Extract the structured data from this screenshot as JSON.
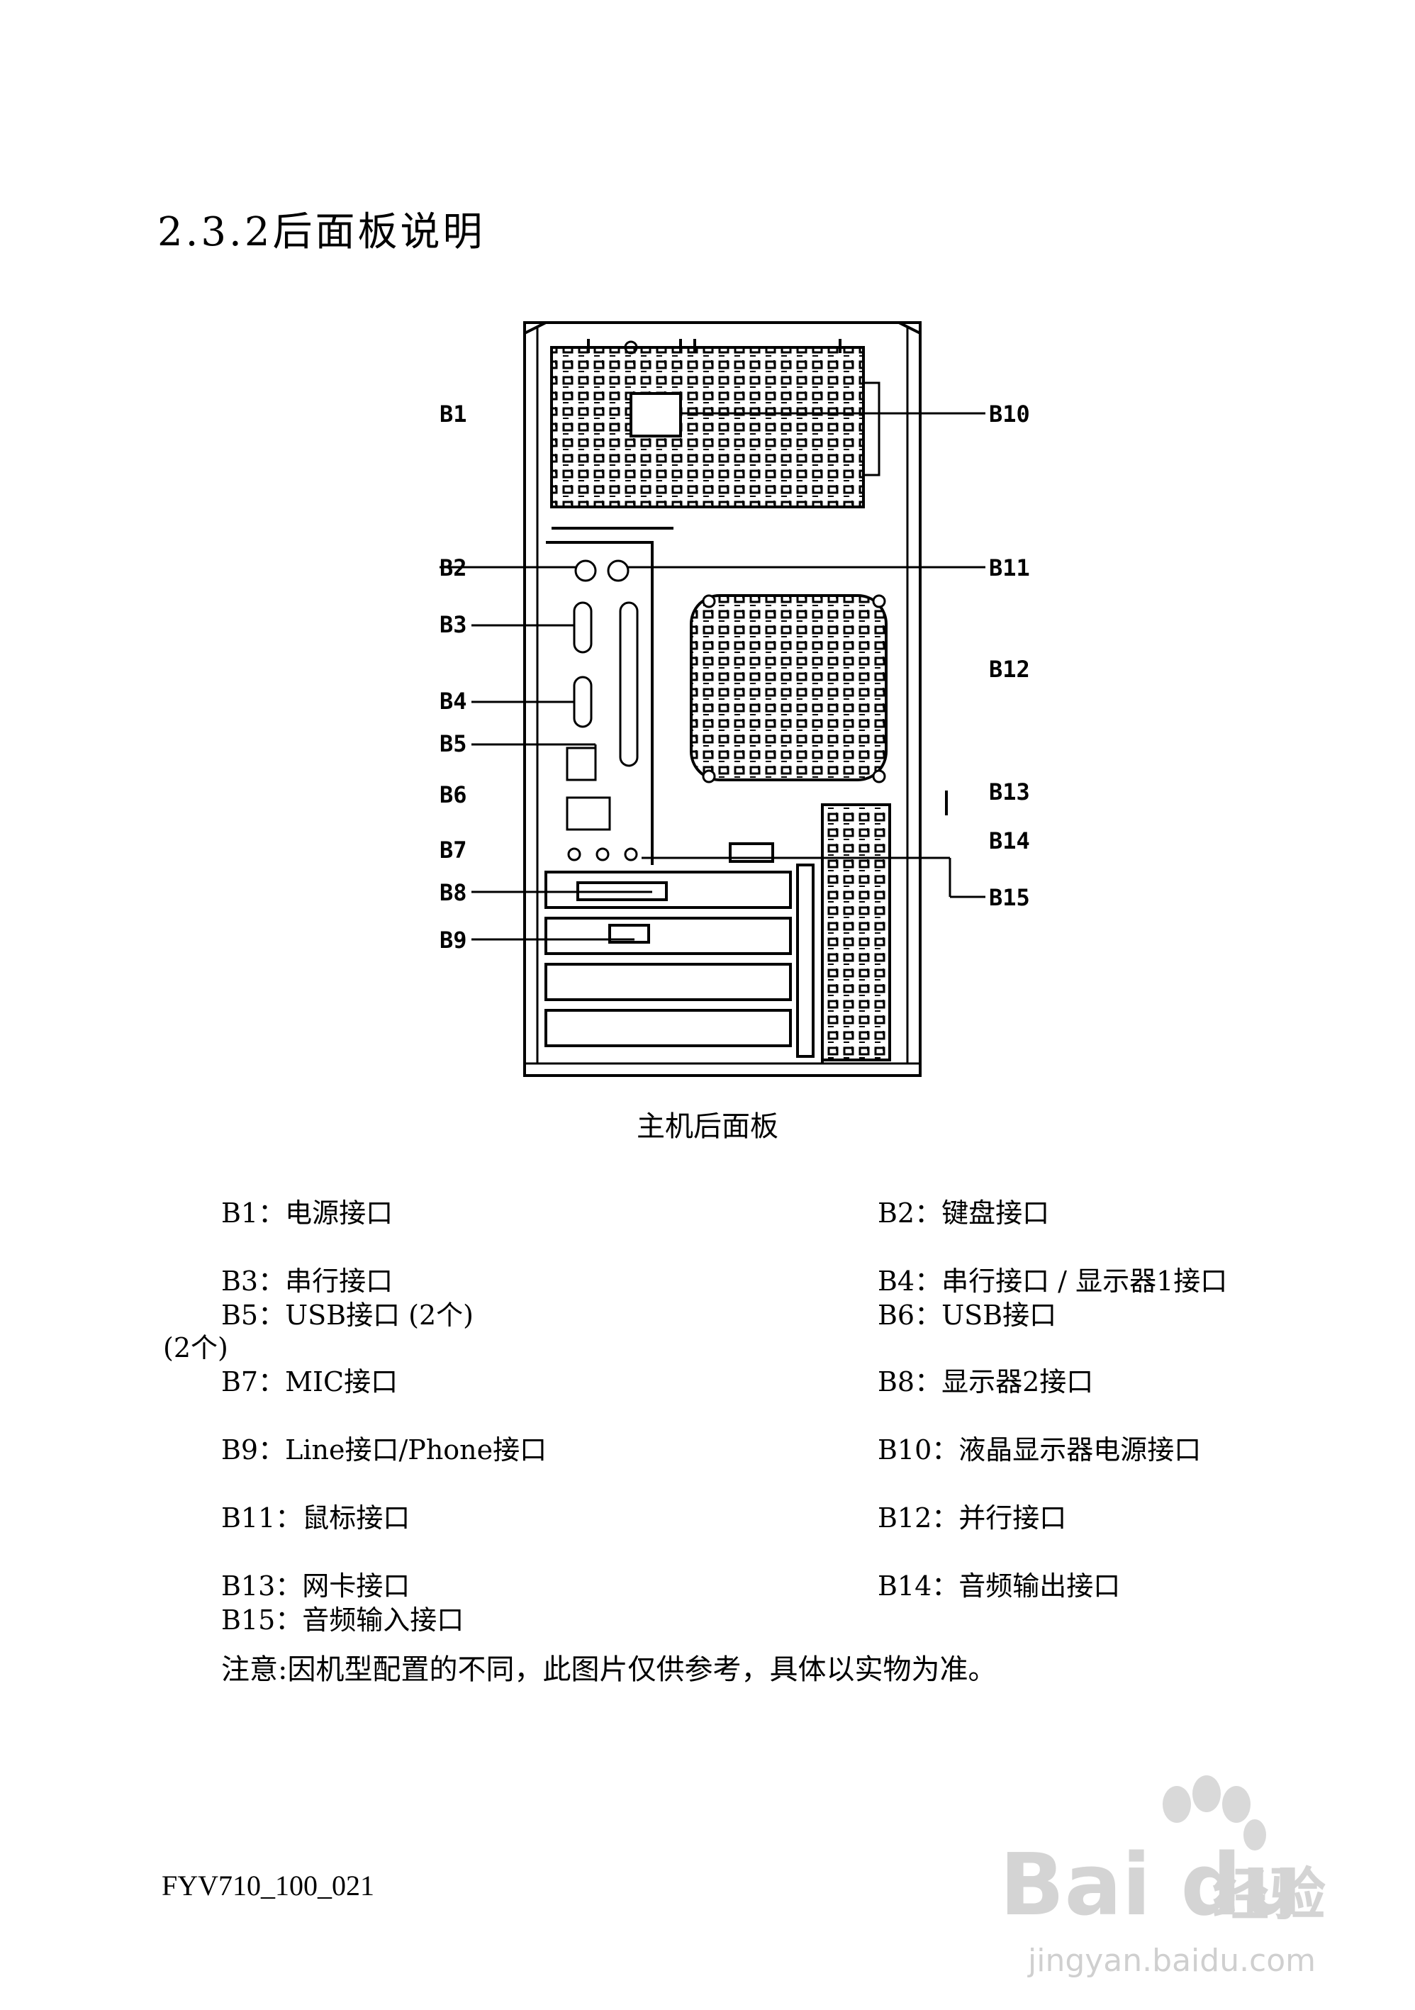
{
  "title": "2.3.2后面板说明",
  "figure": {
    "caption": "主机后面板",
    "callouts": [
      "B1",
      "B2",
      "B3",
      "B4",
      "B5",
      "B6",
      "B7",
      "B8",
      "B9",
      "B10",
      "B11",
      "B12",
      "B13",
      "B14",
      "B15"
    ]
  },
  "descriptions": {
    "b1": "B1：电源接口",
    "b2": "B2：键盘接口",
    "b3": "B3：串行接口",
    "b4": "B4：串行接口 / 显示器1接口",
    "b5": "B5：USB接口 (2个)",
    "b6": "B6：USB接口",
    "b6_cont": "(2个)",
    "b7": "B7：MIC接口",
    "b8": "B8：显示器2接口",
    "b9": "B9：Line接口/Phone接口",
    "b10": "B10：液晶显示器电源接口",
    "b11": "B11：鼠标接口",
    "b12": "B12：并行接口",
    "b13": "B13：网卡接口",
    "b14": "B14：音频输出接口",
    "b15": "B15：音频输入接口"
  },
  "note": "注意:因机型配置的不同，此图片仅供参考，具体以实物为准。",
  "footer": "FYV710_100_021",
  "watermark": {
    "brand": "Bai du",
    "brand_cn": "经验",
    "url": "jingyan.baidu.com"
  },
  "colors": {
    "text": "#000000",
    "watermark": "#d4d4d4"
  }
}
